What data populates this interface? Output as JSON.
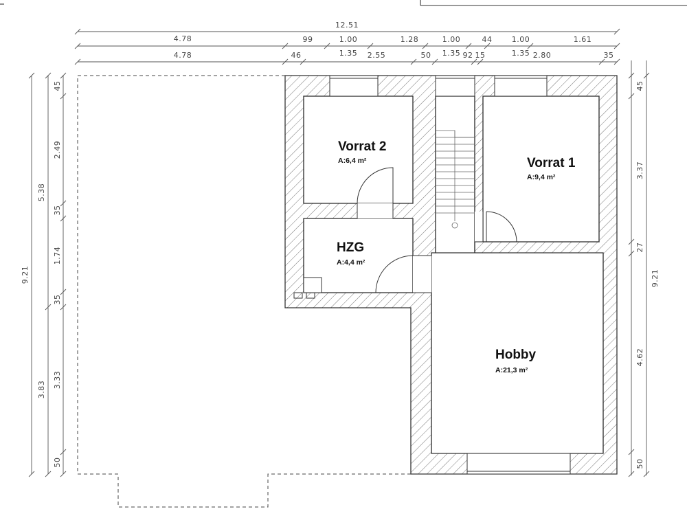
{
  "rooms": {
    "vorrat2": {
      "name": "Vorrat 2",
      "area": "A:6,4 m²"
    },
    "vorrat1": {
      "name": "Vorrat 1",
      "area": "A:9,4 m²"
    },
    "hzg": {
      "name": "HZG",
      "area": "A:4,4 m²"
    },
    "hobby": {
      "name": "Hobby",
      "area": "A:21,3 m²"
    }
  },
  "dimensions": {
    "top_total": "12.51",
    "top_row1": [
      "4.78",
      "99",
      "1.00",
      "1.28",
      "1.00",
      "44",
      "1.00",
      "1.61"
    ],
    "top_row2": [
      "1.35",
      "1.35",
      "1.35"
    ],
    "top_row3": [
      "4.78",
      "46",
      "2.55",
      "50",
      "92",
      "15",
      "2.80",
      "35"
    ],
    "left_outer": [
      "5.38",
      "3.83"
    ],
    "left_inner": [
      "45",
      "2.49",
      "35",
      "1.74",
      "35",
      "3.33",
      "50"
    ],
    "left_total": "9.21",
    "right_inner": [
      "45",
      "3.37",
      "27",
      "4.62",
      "50"
    ],
    "right_total": "9.21"
  },
  "colors": {
    "line": "#333333",
    "hatch": "#666666",
    "text": "#111111"
  }
}
